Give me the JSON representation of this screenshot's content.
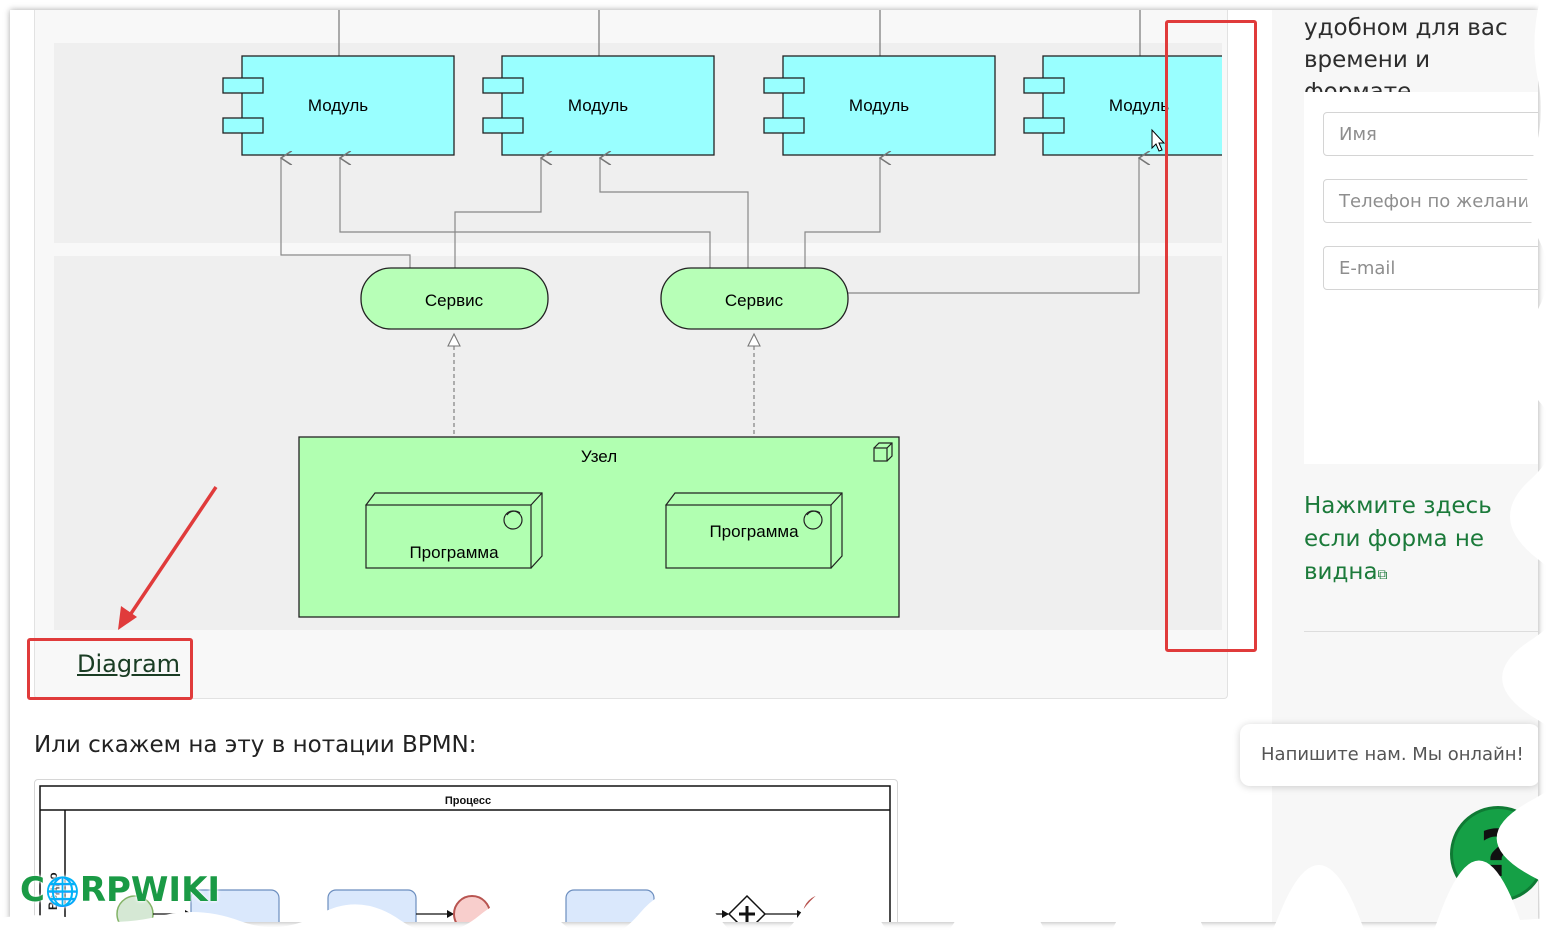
{
  "diagram": {
    "modules": [
      "Модуль",
      "Модуль",
      "Модуль",
      "Модуль"
    ],
    "services": [
      "Сервис",
      "Сервис"
    ],
    "node_label": "Узел",
    "programs": [
      "Программа",
      "Программа"
    ]
  },
  "caption_link": "Diagram",
  "paragraph": "Или скажем на эту в нотации BPMN:",
  "bpmn": {
    "title": "Процесс",
    "lane_label": "Ведро"
  },
  "sidebar": {
    "intro_line1": "удобном для вас",
    "intro_line2": "времени и формате.",
    "form": {
      "name_placeholder": "Имя",
      "phone_placeholder": "Телефон по желанию",
      "email_placeholder": "E-mail"
    },
    "help_link": "Нажмите здесь если форма не видна"
  },
  "chat": {
    "bubble_text": "Напишите нам. Мы онлайн!",
    "button_glyph": "?"
  },
  "logo": {
    "text_start": "C",
    "text_end": "RPWIKI"
  },
  "colors": {
    "module_fill": "#99ffff",
    "service_fill": "#b7ffb7",
    "node_fill": "#b1ffb1",
    "annotation_red": "#e03b3b",
    "link_green": "#1b7a3a",
    "chat_green": "#15a046"
  }
}
